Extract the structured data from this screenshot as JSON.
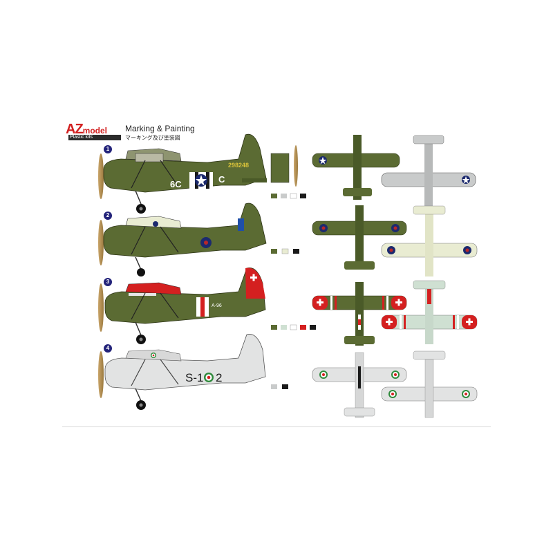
{
  "header": {
    "logo_main": "AZ",
    "logo_model": "model",
    "logo_sub": "Plastic kits",
    "title": "Marking & Painting",
    "subtitle": "マーキング及び塗装図"
  },
  "schemes": [
    {
      "number": "1",
      "serial": "298248",
      "codes_left": "6C",
      "codes_right": "C"
    },
    {
      "number": "2",
      "serial": "",
      "codes_left": "",
      "codes_right": ""
    },
    {
      "number": "3",
      "codes_left": "A-96"
    },
    {
      "number": "4",
      "codes_left": "S-1",
      "codes_right": "2"
    }
  ],
  "colors": {
    "olive": "#5b6b33",
    "olive_dark": "#4a5a28",
    "sky": "#e9ecd2",
    "light_grey": "#c9cbcb",
    "white": "#ffffff",
    "black": "#1a1a1a",
    "red": "#d42020",
    "usaaf_blue": "#1c2a6e",
    "serial_yellow": "#d8c23a",
    "italy_green": "#2f8a3c"
  }
}
